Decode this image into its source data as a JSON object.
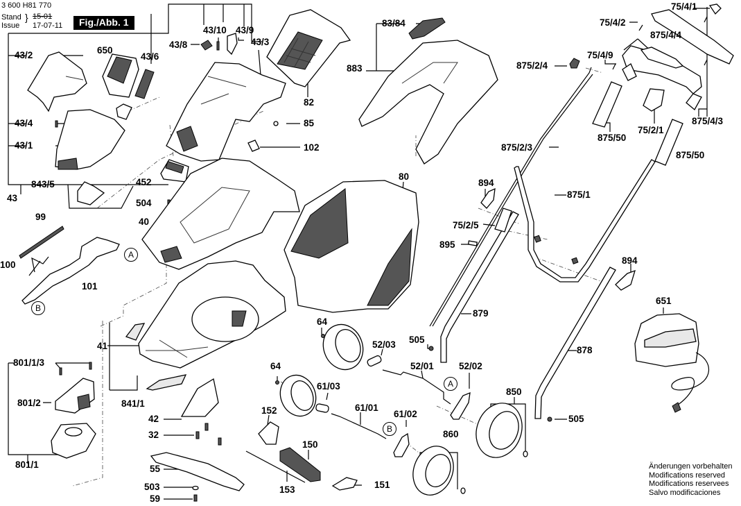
{
  "header": {
    "doc_number": "3 600 H81 770",
    "stand_label": "Stand",
    "issue_label": "Issue",
    "stand_value_struck": "15-01",
    "issue_value": "17-07-11",
    "figure_label": "Fig./Abb. 1"
  },
  "parts": {
    "p43": "43",
    "p43_1": "43/1",
    "p43_2": "43/2",
    "p43_3": "43/3",
    "p43_4": "43/4",
    "p43_6": "43/6",
    "p43_8": "43/8",
    "p43_9": "43/9",
    "p43_10": "43/10",
    "p650": "650",
    "p843_5": "843/5",
    "p452": "452",
    "p504": "504",
    "p40": "40",
    "p99": "99",
    "p100": "100",
    "p101": "101",
    "p82": "82",
    "p85": "85",
    "p102": "102",
    "p83_84": "83/84",
    "p883": "883",
    "p80": "80",
    "p41": "41",
    "p841_1": "841/1",
    "p801_1_3": "801/1/3",
    "p801_2": "801/2",
    "p801_1": "801/1",
    "p42": "42",
    "p32": "32",
    "p55": "55",
    "p503": "503",
    "p59": "59",
    "p64a": "64",
    "p64b": "64",
    "p52_03": "52/03",
    "p52_01": "52/01",
    "p52_02": "52/02",
    "p61_03": "61/03",
    "p61_01": "61/01",
    "p61_02": "61/02",
    "p152": "152",
    "p150": "150",
    "p153": "153",
    "p151": "151",
    "p860": "860",
    "p850": "850",
    "p505a": "505",
    "p505b": "505",
    "p879": "879",
    "p878": "878",
    "p895": "895",
    "p75_2_5": "75/2/5",
    "p894a": "894",
    "p894b": "894",
    "p875_1": "875/1",
    "p875_2_3": "875/2/3",
    "p875_2_4": "875/2/4",
    "p875_50a": "875/50",
    "p875_50b": "875/50",
    "p75_2_1": "75/2/1",
    "p875_4_3": "875/4/3",
    "p875_4_4": "875/4/4",
    "p75_4_1": "75/4/1",
    "p75_4_2": "75/4/2",
    "p75_4_9": "75/4/9",
    "p651": "651"
  },
  "callouts": {
    "a": "A",
    "b": "B"
  },
  "footer_notes": [
    "Änderungen vorbehalten",
    "Modifications reserved",
    "Modifications reservees",
    "Salvo modificaciones"
  ]
}
